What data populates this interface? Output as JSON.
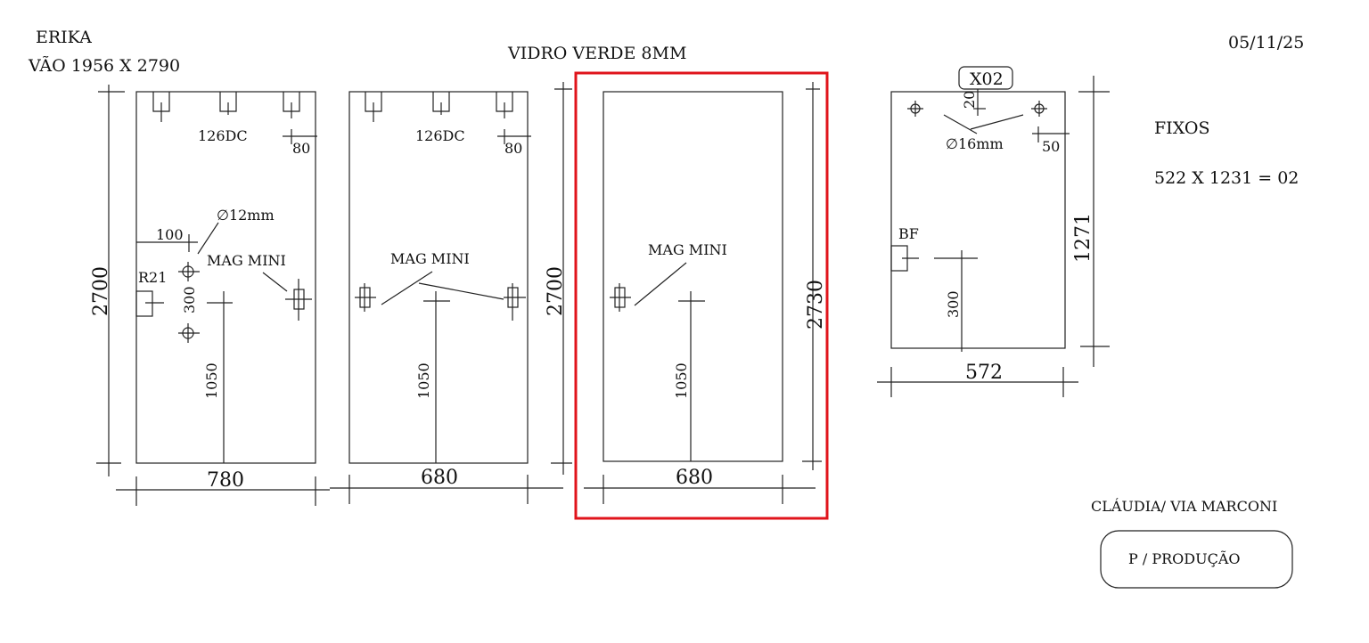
{
  "header": {
    "client": "ERIKA",
    "opening": "VÃO  1956 X 2790",
    "glass": "VIDRO VERDE 8MM",
    "date": "05/11/25"
  },
  "panels": [
    {
      "width": "780",
      "height": "2700",
      "hinge_label": "126DC",
      "hinge_offset": "80",
      "hole_label": "∅12mm",
      "hole_offset": "100",
      "lock_label": "R21",
      "hole_spacing": "300",
      "handle_label": "MAG MINI",
      "handle_height": "1050"
    },
    {
      "width": "680",
      "height": "2700",
      "hinge_label": "126DC",
      "hinge_offset": "80",
      "handle_label": "MAG MINI",
      "handle_height": "1050"
    },
    {
      "width": "680",
      "height": "2730",
      "handle_label": "MAG MINI",
      "handle_height": "1050",
      "selected": true
    },
    {
      "quantity_tag": "X02",
      "width": "572",
      "height": "1271",
      "hole_label": "∅16mm",
      "hole_top_offset": "20",
      "hole_side_offset": "50",
      "lock_label": "BF",
      "lock_height": "300"
    }
  ],
  "fixed": {
    "title": "FIXOS",
    "spec": "522 X 1231 = 02"
  },
  "footer": {
    "customer": "CLÁUDIA/  VIA MARCONI",
    "stamp": "P / PRODUÇÃO"
  },
  "colors": {
    "selection": "#e0141b"
  }
}
